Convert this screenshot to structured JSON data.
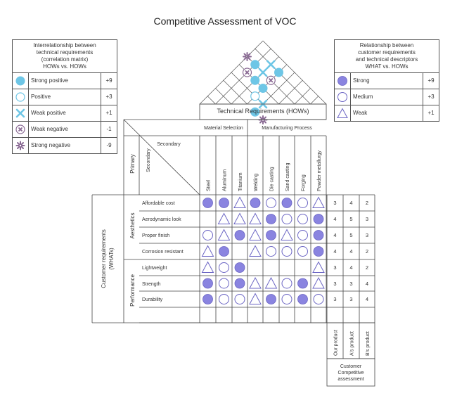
{
  "title": "Competitive Assessment of VOC",
  "legend_left": {
    "heading": [
      "Interrelationship between",
      "technical requirements",
      "(correlation matrix)",
      "HOWs vs. HOWs"
    ],
    "rows": [
      {
        "label": "Strong positive",
        "value": "+9",
        "icon": "filled-circle-icon"
      },
      {
        "label": "Positive",
        "value": "+3",
        "icon": "hollow-circle-icon"
      },
      {
        "label": "Weak positive",
        "value": "+1",
        "icon": "cross-icon"
      },
      {
        "label": "Weak negative",
        "value": "-1",
        "icon": "circled-x-icon"
      },
      {
        "label": "Strong negative",
        "value": "-9",
        "icon": "asterisk-icon"
      }
    ]
  },
  "legend_right": {
    "heading": [
      "Relationship between",
      "customer requirements",
      "and technical descriptors",
      "WHAT vs. HOWs"
    ],
    "rows": [
      {
        "label": "Strong",
        "value": "+9",
        "icon": "filled-circle-icon"
      },
      {
        "label": "Medium",
        "value": "+3",
        "icon": "hollow-circle-icon"
      },
      {
        "label": "Weak",
        "value": "+1",
        "icon": "triangle-icon"
      }
    ]
  },
  "technical_requirements_label": "Technical Requirements (HOWs)",
  "groups": [
    "Material Selection",
    "Manufacturing Process"
  ],
  "header_primary": "Primary",
  "header_secondary": "Secondary",
  "columns": [
    "Steel",
    "Aluminum",
    "Titanium",
    "Welding",
    "Die casting",
    "Sand casting",
    "Forging",
    "Powder metallurgy"
  ],
  "customer_requirements_label": [
    "Customer requirements",
    "(WHATs)"
  ],
  "primary_groups": [
    "Aesthetics",
    "Performance"
  ],
  "rows": [
    "Affordable cost",
    "Aerodynamic look",
    "Proper finish",
    "Corrosion resistant",
    "Lightweight",
    "Strength",
    "Durability"
  ],
  "matrix": [
    [
      "S",
      "S",
      "W",
      "S",
      "M",
      "S",
      "M",
      "W"
    ],
    [
      "",
      "W",
      "W",
      "W",
      "S",
      "M",
      "M",
      "S"
    ],
    [
      "M",
      "W",
      "S",
      "W",
      "S",
      "W",
      "M",
      "S"
    ],
    [
      "W",
      "S",
      "",
      "W",
      "M",
      "M",
      "M",
      "S"
    ],
    [
      "W",
      "M",
      "S",
      "",
      "",
      "",
      "",
      "W"
    ],
    [
      "S",
      "M",
      "S",
      "W",
      "W",
      "M",
      "S",
      "W"
    ],
    [
      "S",
      "M",
      "M",
      "W",
      "S",
      "M",
      "S",
      "M"
    ]
  ],
  "competitive_columns": [
    "Our product",
    "A's product",
    "B's product"
  ],
  "competitive_values": [
    [
      "3",
      "4",
      "2"
    ],
    [
      "4",
      "5",
      "3"
    ],
    [
      "4",
      "5",
      "3"
    ],
    [
      "4",
      "4",
      "2"
    ],
    [
      "3",
      "4",
      "2"
    ],
    [
      "3",
      "3",
      "4"
    ],
    [
      "3",
      "3",
      "4"
    ]
  ],
  "competitive_label": [
    "Customer",
    "Competitive",
    "assessment"
  ],
  "roof_cells": [
    {
      "r": 1,
      "c": 6,
      "t": "neg9"
    },
    {
      "r": 2,
      "c": 5,
      "t": "neg1"
    },
    {
      "r": 2,
      "c": 6,
      "t": "pos9"
    },
    {
      "r": 3,
      "c": 5,
      "t": "pos9"
    },
    {
      "r": 3,
      "c": 6,
      "t": "pos1"
    },
    {
      "r": 3,
      "c": 7,
      "t": "pos1"
    },
    {
      "r": 4,
      "c": 4,
      "t": "pos3"
    },
    {
      "r": 4,
      "c": 5,
      "t": "pos9"
    },
    {
      "r": 4,
      "c": 6,
      "t": "neg1"
    },
    {
      "r": 4,
      "c": 7,
      "t": "pos9"
    },
    {
      "r": 5,
      "c": 3,
      "t": "pos9"
    },
    {
      "r": 5,
      "c": 4,
      "t": "pos1"
    },
    {
      "r": 6,
      "c": 3,
      "t": "neg9"
    }
  ]
}
